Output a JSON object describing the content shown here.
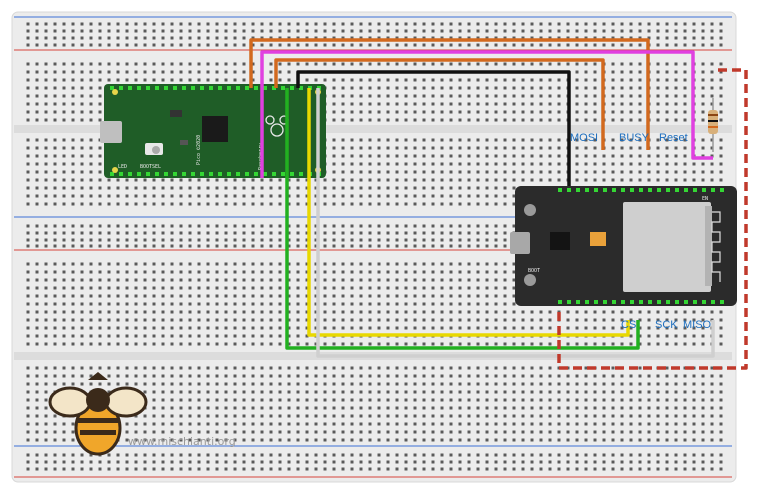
{
  "labels": {
    "mosi": "MOSI",
    "busy": "BUSY",
    "reset": "Reset",
    "cs": "CS",
    "sck": "SCK",
    "miso": "MISO"
  },
  "watermark": "www.mischianti.org",
  "pico": {
    "silk": "Pico ©2020",
    "brand": "Raspberry",
    "led": "LED",
    "bootsel": "BOOTSEL"
  },
  "esp32": {
    "boot": "BOOT",
    "en": "EN"
  },
  "colors": {
    "orange": "#d2691e",
    "magenta": "#e040e0",
    "black": "#111111",
    "green": "#22b020",
    "yellow": "#e8d800",
    "gray": "#cfcfcf",
    "red": "#c0392b",
    "board_green": "#1f5d27",
    "esp_board": "#2b2b2b",
    "label_blue": "#1e6fbf"
  }
}
